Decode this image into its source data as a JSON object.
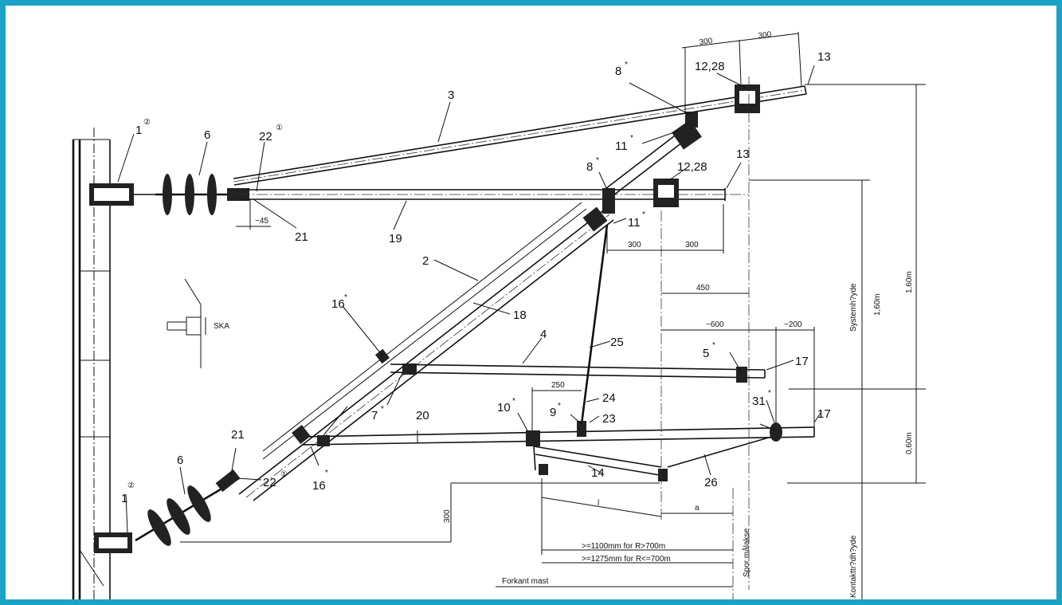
{
  "labels": {
    "l1a": "1",
    "l1b": "1",
    "c2a": "②",
    "c2b": "②",
    "l2": "2",
    "l3": "3",
    "l4": "4",
    "l5": "5",
    "l5s": "*",
    "l6a": "6",
    "l6b": "6",
    "l7": "7",
    "l7s": "*",
    "l8a": "8",
    "l8as": "*",
    "l8b": "8",
    "l8bs": "*",
    "l9": "9",
    "l9s": "*",
    "l10": "10",
    "l10s": "*",
    "l11a": "11",
    "l11as": "*",
    "l11b": "11",
    "l11bs": "*",
    "l1228a": "12,28",
    "l1228b": "12,28",
    "l13a": "13",
    "l13b": "13",
    "l14": "14",
    "l16a": "16",
    "l16as": "*",
    "l16b": "16",
    "l16bs": "*",
    "l17a": "17",
    "l17b": "17",
    "l18": "18",
    "l19": "19",
    "l20": "20",
    "l21a": "21",
    "l21b": "21",
    "l22a": "22",
    "c1a": "①",
    "l22b": "22",
    "c1b": "①",
    "l23": "23",
    "l24": "24",
    "l25": "25",
    "l26": "26",
    "l31": "31",
    "l31s": "*",
    "ska": "SKA"
  },
  "dimensions": {
    "d300_top_left": "300",
    "d300_top_right": "300",
    "d300_mid_left": "300",
    "d300_mid_right": "300",
    "d45": "~45",
    "d450": "450",
    "d600": "~600",
    "d200": "~200",
    "d250": "250",
    "d300_vert": "300",
    "l_var": "l",
    "a_var": "a",
    "r700_gt": ">=1100mm  for  R>700m",
    "r700_le": ">=1275mm  for  R<=700m",
    "forkant": "Forkant  mast",
    "spor": "Spor målakse",
    "h160_outer": "1,60m",
    "h160_inner": "1,60m",
    "h060": "0,60m",
    "systemhoyde": "Systemh?yde",
    "kontakttradhoyde": "Kontakttr?dh?yde"
  }
}
